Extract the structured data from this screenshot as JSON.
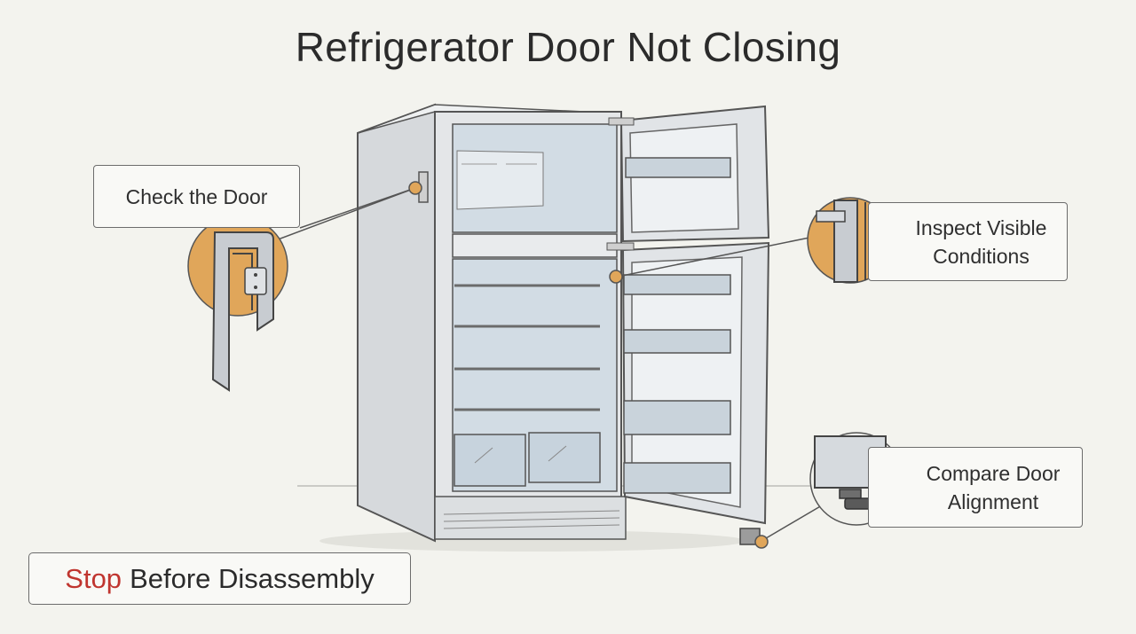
{
  "title": "Refrigerator Door Not Closing",
  "callouts": {
    "check_door": "Check the Door",
    "inspect": {
      "line1": "Inspect Visible",
      "line2": "Conditions"
    },
    "alignment": {
      "line1": "Compare Door",
      "line2": "Alignment"
    }
  },
  "stop_banner": {
    "emphasis": "Stop",
    "rest": "Before Disassembly"
  },
  "colors": {
    "background": "#f3f3ee",
    "accent_marker": "#e0a65a",
    "warning_text": "#c0352f",
    "fridge_body": "#e4e6e8",
    "interior": "#d2dce4"
  }
}
